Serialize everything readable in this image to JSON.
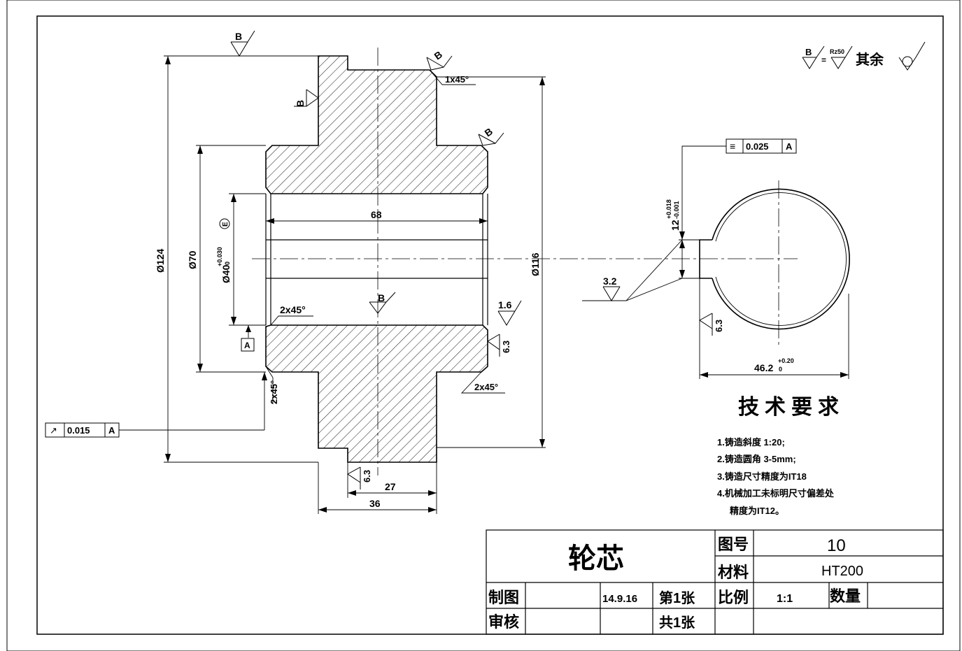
{
  "dims": {
    "d124": "Ø124",
    "d70": "Ø70",
    "d40_base": "Ø40",
    "d40_upper": "+0.030",
    "d40_lower": "0",
    "e_mark": "E",
    "d116": "Ø116",
    "len68": "68",
    "len27": "27",
    "len36": "36",
    "chamfer_top": "1x45°",
    "chamfer_bore": "2x45°",
    "chamfer_left": "2x45°",
    "chamfer_right": "2x45°",
    "key_base": "12",
    "key_upper": "+0.018",
    "key_lower": "-0.001",
    "hub_base": "46.2",
    "hub_upper": "+0.20",
    "hub_lower": "0",
    "datum_a": "A"
  },
  "surface": {
    "b": "B",
    "r32": "3.2",
    "r16": "1.6",
    "r63": "6.3",
    "legend_rz": "Rz50",
    "legend_eq": "=",
    "legend_rest": "其余"
  },
  "tolerances": {
    "runout_value": "0.015",
    "runout_datum": "A",
    "sym_value": "0.025",
    "sym_datum": "A",
    "sym_symbol": "≡",
    "runout_symbol": "↗"
  },
  "requirements": {
    "title": "技术要求",
    "items": [
      "1.铸造斜度 1:20;",
      "2.铸造圆角 3-5mm;",
      "3.铸造尺寸精度为IT18",
      "4.机械加工未标明尺寸偏差处",
      "精度为IT12。"
    ]
  },
  "title_block": {
    "part_name": "轮芯",
    "drawing_no_label": "图号",
    "drawing_no": "10",
    "material_label": "材料",
    "material": "HT200",
    "drawn_label": "制图",
    "date": "14.9.16",
    "sheet": "第1张",
    "scale_label": "比例",
    "scale": "1:1",
    "quantity_label": "数量",
    "review_label": "审核",
    "total_sheets": "共1张"
  }
}
